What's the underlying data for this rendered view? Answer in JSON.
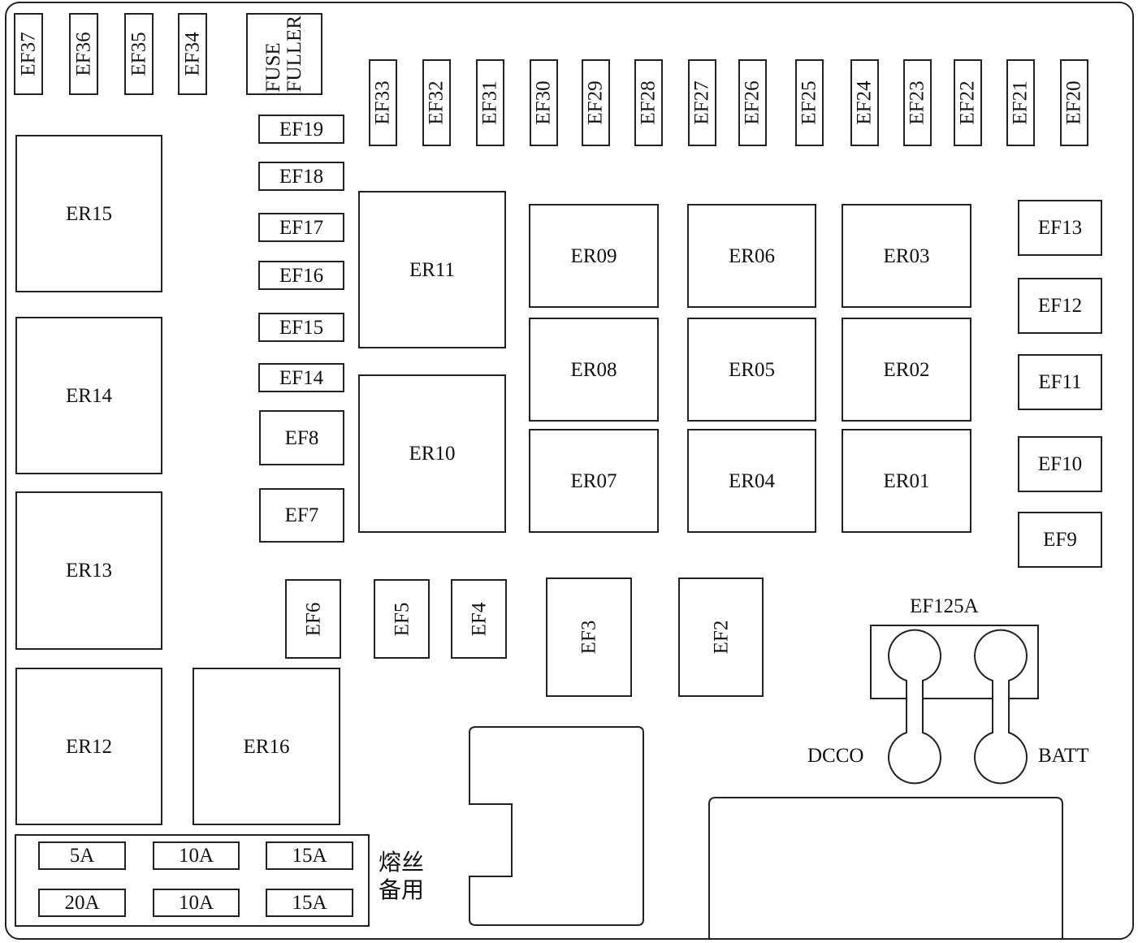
{
  "fuses_top_left": [
    "EF37",
    "EF36",
    "EF35",
    "EF34"
  ],
  "fuse_puller_label": "FUSE\nFULLER",
  "fuses_top_row": [
    "EF33",
    "EF32",
    "EF31",
    "EF30",
    "EF29",
    "EF28",
    "EF27",
    "EF26",
    "EF25",
    "EF24",
    "EF23",
    "EF22",
    "EF21",
    "EF20"
  ],
  "fuses_mid_column": [
    "EF19",
    "EF18",
    "EF17",
    "EF16",
    "EF15",
    "EF14",
    "EF8",
    "EF7"
  ],
  "relays_left": [
    "ER15",
    "ER14",
    "ER13",
    "ER12"
  ],
  "relay_er16": "ER16",
  "relays_center_tall": [
    "ER11",
    "ER10"
  ],
  "relay_grid": [
    [
      "ER09",
      "ER06",
      "ER03"
    ],
    [
      "ER08",
      "ER05",
      "ER02"
    ],
    [
      "ER07",
      "ER04",
      "ER01"
    ]
  ],
  "fuses_right_column": [
    "EF13",
    "EF12",
    "EF11",
    "EF10",
    "EF9"
  ],
  "fuses_bottom_row": [
    "EF6",
    "EF5",
    "EF4",
    "EF3",
    "EF2"
  ],
  "main_fuse": {
    "title": "EF125A",
    "left_terminal": "DCCO",
    "right_terminal": "BATT"
  },
  "spare_fuses": {
    "values": [
      [
        "5A",
        "10A",
        "15A"
      ],
      [
        "20A",
        "10A",
        "15A"
      ]
    ],
    "caption_line1": "熔丝",
    "caption_line2": "备用"
  }
}
